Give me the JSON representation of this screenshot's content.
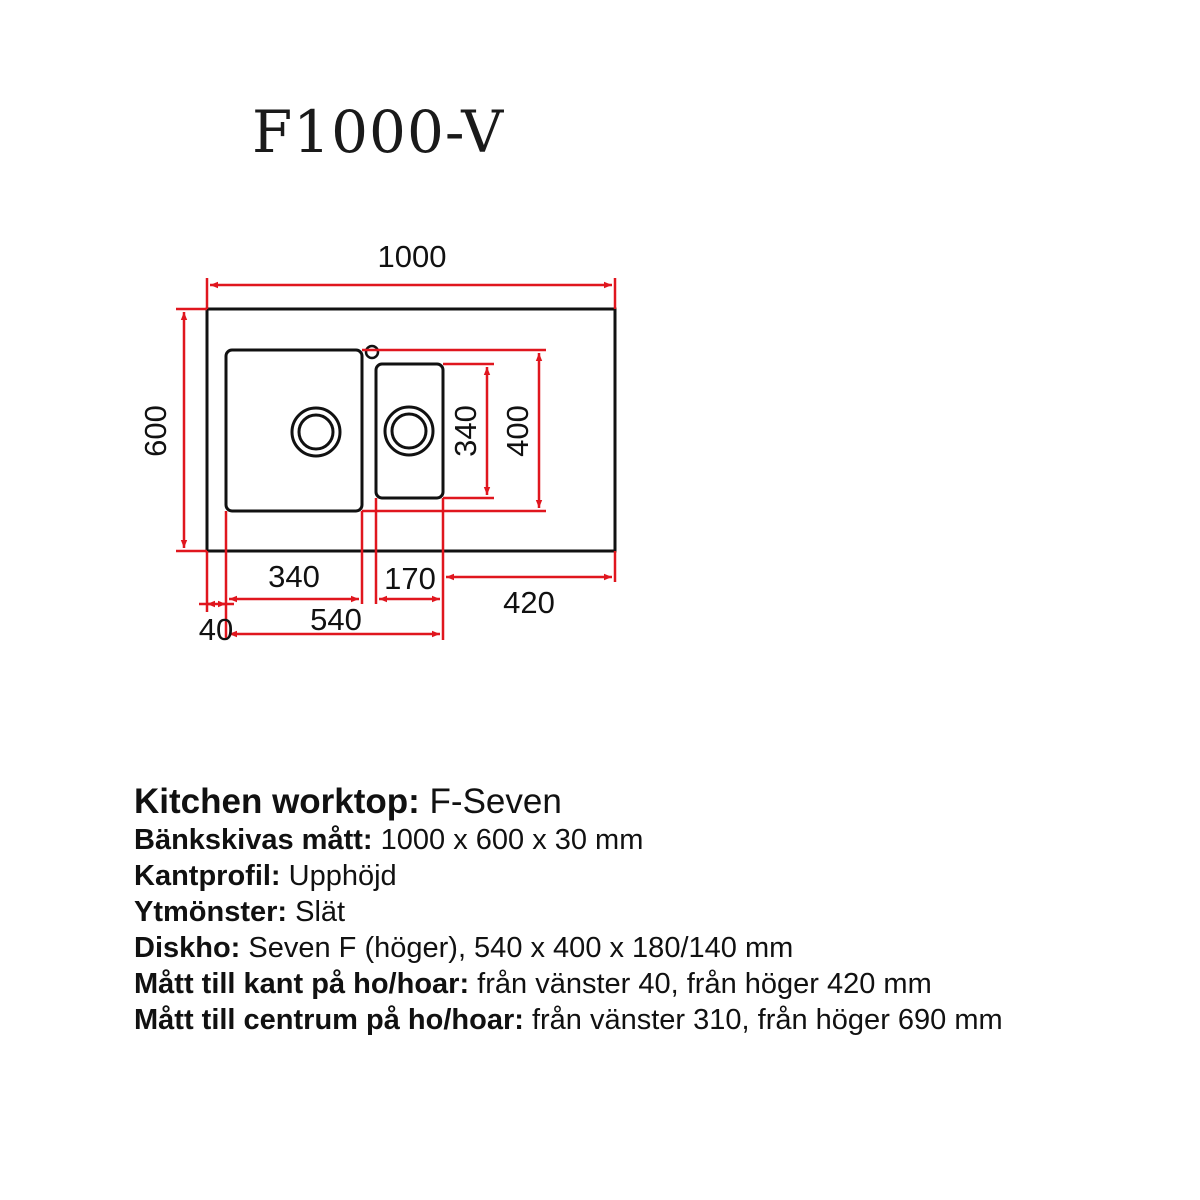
{
  "title": "F1000-V",
  "accent_color": "#e0161e",
  "dimensions": {
    "width": "1000",
    "height": "600",
    "bowl_small_inner": "340",
    "bowl_outer": "400",
    "left_bowl_width": "340",
    "small_bowl_width": "170",
    "right_edge": "420",
    "left_edge": "40",
    "sink_width": "540"
  },
  "specs": [
    {
      "label": "Kitchen worktop:",
      "value": " F-Seven"
    },
    {
      "label": "Bänkskivas mått:",
      "value": " 1000 x 600 x 30 mm"
    },
    {
      "label": "Kantprofil:",
      "value": " Upphöjd"
    },
    {
      "label": "Ytmönster:",
      "value": " Slät"
    },
    {
      "label": "Diskho:",
      "value": " Seven F (höger), 540 x 400 x 180/140 mm"
    },
    {
      "label": "Mått till kant på ho/hoar:",
      "value": " från vänster 40, från höger 420 mm"
    },
    {
      "label": "Mått till centrum på ho/hoar:",
      "value": " från vänster 310, från höger 690 mm"
    }
  ]
}
